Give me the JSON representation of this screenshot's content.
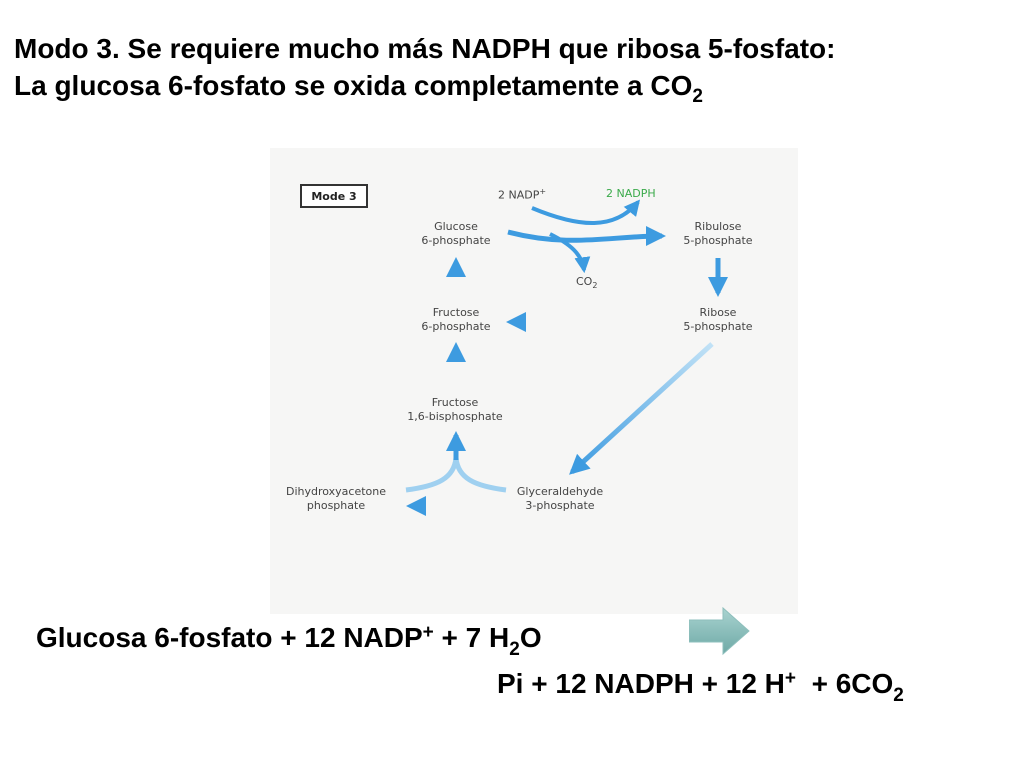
{
  "title": {
    "line1": "Modo 3. Se requiere mucho más NADPH que ribosa 5-fosfato:",
    "line2_main": "La glucosa 6-fosfato se oxida completamente a CO",
    "line2_sub": "2"
  },
  "diagram": {
    "mode_label": "Mode 3",
    "nadp_main": "2 NADP",
    "nadp_sup": "+",
    "nadph": "2 NADPH",
    "co2_main": "CO",
    "co2_sub": "2",
    "glucose_6p": [
      "Glucose",
      "6-phosphate"
    ],
    "ribulose_5p": [
      "Ribulose",
      "5-phosphate"
    ],
    "fructose_6p": [
      "Fructose",
      "6-phosphate"
    ],
    "ribose_5p": [
      "Ribose",
      "5-phosphate"
    ],
    "fructose_16bp": [
      "Fructose",
      "1,6-bisphosphate"
    ],
    "dhap": [
      "Dihydroxyacetone",
      "phosphate"
    ],
    "g3p": [
      "Glyceraldehyde",
      "3-phosphate"
    ],
    "arrow_color": "#3d9be0",
    "nadph_color": "#3aaa4a"
  },
  "equation": {
    "left_a": "Glucosa 6-fosfato + 12 NADP",
    "left_sup": "+",
    "left_b": " + 7 H",
    "left_sub": "2",
    "left_c": "O",
    "right_a": "Pi + 12 NADPH + 12 H",
    "right_sup": "+",
    "right_b": "  + 6CO",
    "right_sub": "2",
    "arrow_color": "#7fb8b5"
  }
}
